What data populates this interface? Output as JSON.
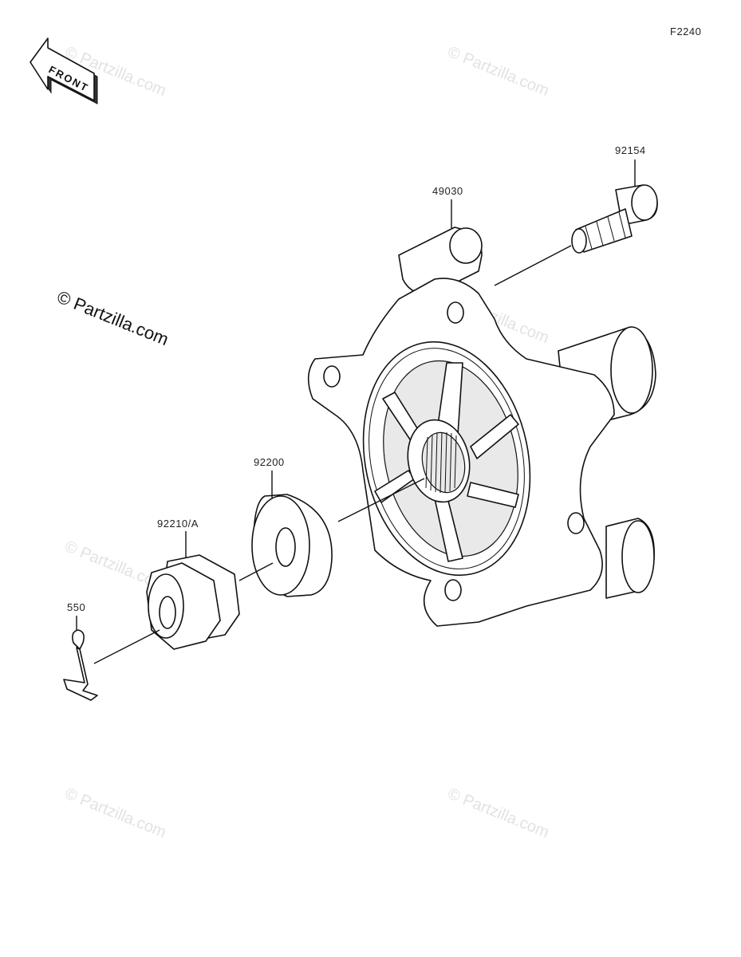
{
  "figure_code": "F2240",
  "front_label": "FRONT",
  "watermark": "© Partzilla.com",
  "parts": [
    {
      "number": "49030"
    },
    {
      "number": "92154"
    },
    {
      "number": "92200"
    },
    {
      "number": "92210/A"
    },
    {
      "number": "550"
    }
  ]
}
